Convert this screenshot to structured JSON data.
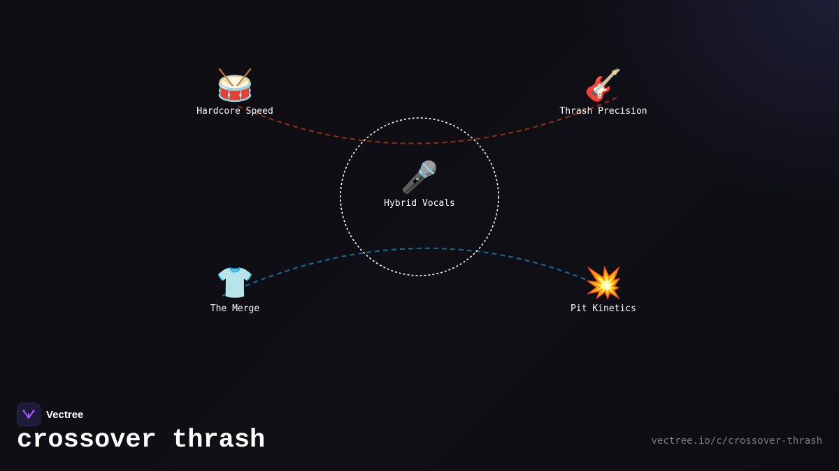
{
  "brand": {
    "name": "Vectree",
    "logo_icon": "vectree-logo-icon"
  },
  "title": "crossover thrash",
  "url": "vectree.io/c/crossover-thrash",
  "colors": {
    "background": "#0e0e13",
    "top_arc": "#8a2e14",
    "bottom_arc": "#16668c",
    "center_circle": "#ffffff",
    "label_text": "#ffffff",
    "url_text": "#7b7b85",
    "logo_accent": "#a855f7"
  },
  "diagram": {
    "center": {
      "icon": "microphone-icon",
      "glyph": "🎤",
      "label": "Hybrid Vocals"
    },
    "nodes": [
      {
        "id": "hardcore-speed",
        "icon": "drum-icon",
        "glyph": "🥁",
        "label": "Hardcore Speed"
      },
      {
        "id": "thrash-precision",
        "icon": "guitar-icon",
        "glyph": "🎸",
        "label": "Thrash Precision"
      },
      {
        "id": "the-merge",
        "icon": "tshirt-icon",
        "glyph": "👕",
        "label": "The Merge"
      },
      {
        "id": "pit-kinetics",
        "icon": "collision-icon",
        "glyph": "💥",
        "label": "Pit Kinetics"
      }
    ],
    "links": [
      {
        "from": "hardcore-speed",
        "to": "thrash-precision",
        "style": "dashed",
        "color": "#8a2e14"
      },
      {
        "from": "the-merge",
        "to": "pit-kinetics",
        "style": "dashed",
        "color": "#16668c"
      }
    ]
  }
}
